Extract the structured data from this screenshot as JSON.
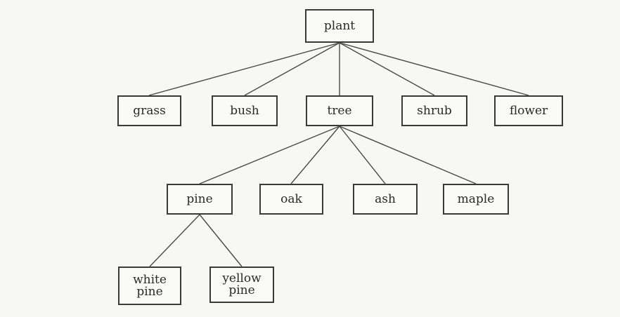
{
  "diagram": {
    "nodes": {
      "plant": "plant",
      "grass": "grass",
      "bush": "bush",
      "tree": "tree",
      "shrub": "shrub",
      "flower": "flower",
      "pine": "pine",
      "oak": "oak",
      "ash": "ash",
      "maple": "maple",
      "white_pine": "white\npine",
      "yellow_pine": "yellow\npine"
    },
    "edges": [
      [
        "plant",
        "grass"
      ],
      [
        "plant",
        "bush"
      ],
      [
        "plant",
        "tree"
      ],
      [
        "plant",
        "shrub"
      ],
      [
        "plant",
        "flower"
      ],
      [
        "tree",
        "pine"
      ],
      [
        "tree",
        "oak"
      ],
      [
        "tree",
        "ash"
      ],
      [
        "tree",
        "maple"
      ],
      [
        "pine",
        "white_pine"
      ],
      [
        "pine",
        "yellow_pine"
      ]
    ]
  }
}
